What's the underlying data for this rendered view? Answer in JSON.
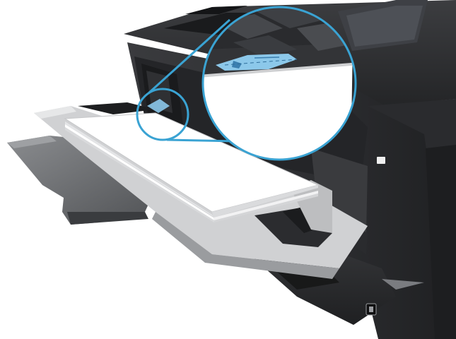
{
  "illustration": {
    "subject": "printer-tray-1-paper-loading",
    "colors": {
      "printer_body": "#2b2b2d",
      "printer_dark": "#1c1c1e",
      "tray_gray": "#6b6d70",
      "paper": "#ffffff",
      "callout_outline": "#3aa3d3",
      "guide_highlight": "#8cc8ea"
    },
    "icons": [
      "magnifier-callout",
      "paper-stack",
      "paper-guide",
      "usb-port"
    ]
  }
}
